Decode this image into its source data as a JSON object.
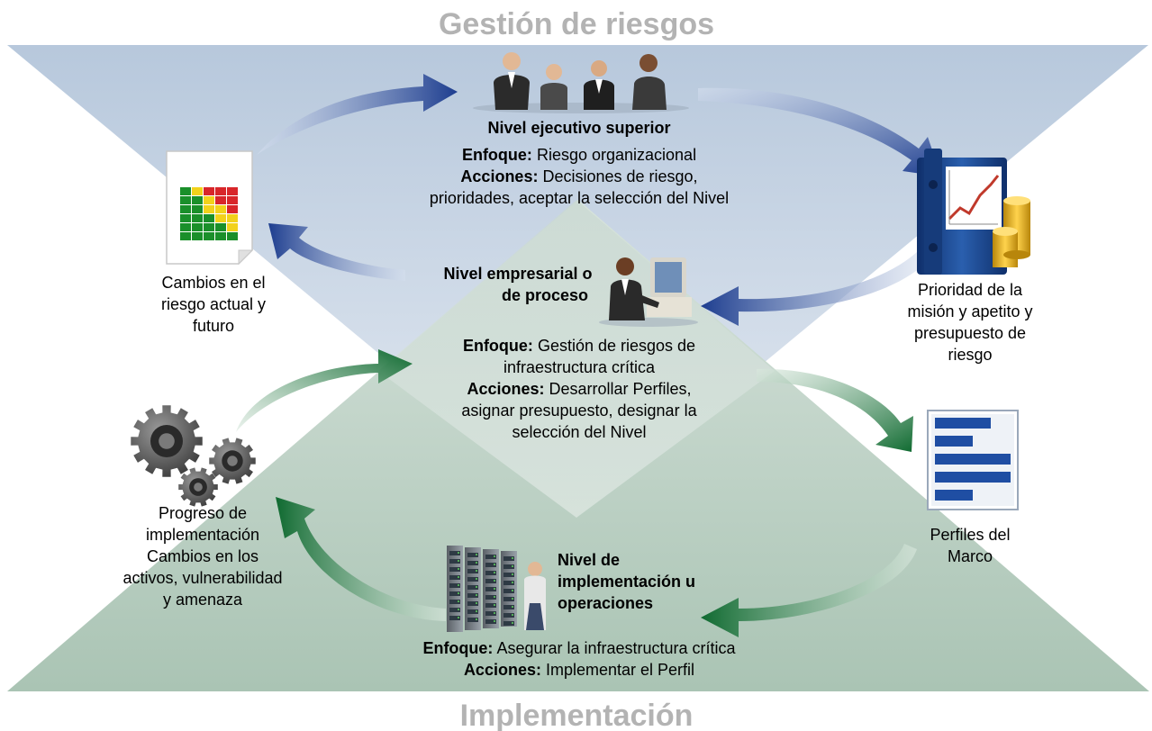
{
  "top_title": "Gestión de riesgos",
  "bottom_title": "Implementación",
  "executive": {
    "heading": "Nivel ejecutivo superior",
    "focus_label": "Enfoque:",
    "focus_text": "Riesgo organizacional",
    "actions_label": "Acciones:",
    "actions_text_1": "Decisiones de riesgo,",
    "actions_text_2": "prioridades, aceptar la selección del Nivel"
  },
  "business": {
    "heading_1": "Nivel empresarial o",
    "heading_2": "de proceso",
    "focus_label": "Enfoque:",
    "focus_text_1": "Gestión de riesgos de",
    "focus_text_2": "infraestructura crítica",
    "actions_label": "Acciones:",
    "actions_text_1": "Desarrollar Perfiles,",
    "actions_text_2": "asignar presupuesto, designar la",
    "actions_text_3": "selección del Nivel"
  },
  "implementation": {
    "heading_1": "Nivel de",
    "heading_2": "implementación u",
    "heading_3": "operaciones",
    "focus_label": "Enfoque:",
    "focus_text": "Asegurar la infraestructura crítica",
    "actions_label": "Acciones:",
    "actions_text": "Implementar el Perfil"
  },
  "left_top": [
    "Cambios en el",
    "riesgo actual y",
    "futuro"
  ],
  "right_top": [
    "Prioridad de la",
    "misión y apetito y",
    "presupuesto de",
    "riesgo"
  ],
  "left_bottom": [
    "Progreso de",
    "implementación",
    "Cambios en los",
    "activos, vulnerabilidad",
    "y amenaza"
  ],
  "right_bottom": [
    "Perfiles del",
    "Marco"
  ],
  "icons": {
    "executives": "people-meeting-icon",
    "risk_report": "risk-heatmap-document-icon",
    "budget_binder": "binder-chart-coins-icon",
    "workstation": "person-at-computer-icon",
    "gears": "gears-icon",
    "profile_doc": "framework-profile-document-icon",
    "datacenter": "server-racks-technician-icon"
  },
  "colors": {
    "top_triangle": "#c9d5e4",
    "bottom_triangle": "#bcd0c5",
    "blue_arrow": "#1d3d8f",
    "green_arrow": "#0f6a30",
    "title_gray": "#b3b3b3"
  }
}
